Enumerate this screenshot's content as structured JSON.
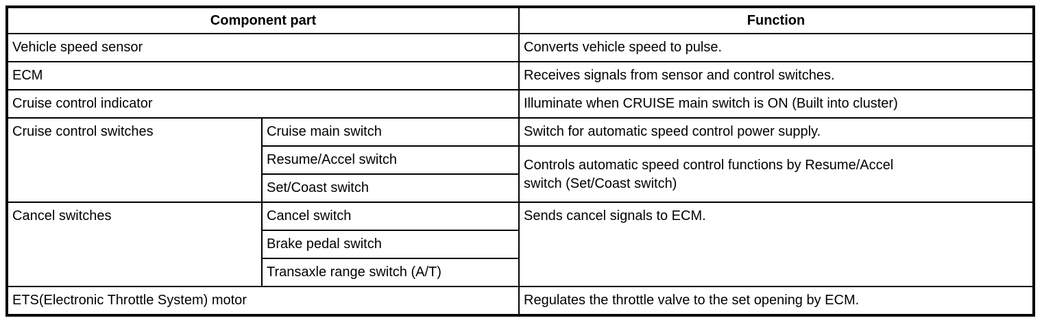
{
  "page": {
    "background": "#ffffff",
    "border_color": "#000000",
    "text_color": "#000000"
  },
  "table": {
    "headers": {
      "component_part": "Component part",
      "function": "Function"
    },
    "cells": {
      "vehicle_speed_sensor": "Vehicle speed sensor",
      "vehicle_speed_sensor_fn": "Converts vehicle speed to pulse.",
      "ecm": "ECM",
      "ecm_fn": "Receives signals from sensor and control switches.",
      "cruise_indicator": "Cruise control indicator",
      "cruise_indicator_fn": "Illuminate when CRUISE main switch is ON (Built into cluster)",
      "cruise_switches_group": "Cruise control switches",
      "cruise_main_switch": "Cruise main switch",
      "cruise_main_switch_fn": "Switch for automatic speed control power supply.",
      "resume_accel_switch": "Resume/Accel switch",
      "set_coast_switch": "Set/Coast switch",
      "resume_set_fn": "Controls automatic speed control functions by Resume/Accel\nswitch (Set/Coast switch)",
      "cancel_switches_group": "Cancel switches",
      "cancel_switch": "Cancel switch",
      "brake_pedal_switch": "Brake pedal switch",
      "transaxle_range_switch": "Transaxle range switch (A/T)",
      "cancel_fn": "Sends cancel signals to ECM.",
      "ets_motor": "ETS(Electronic Throttle System) motor",
      "ets_motor_fn": "Regulates the throttle valve to the set opening by ECM."
    }
  }
}
